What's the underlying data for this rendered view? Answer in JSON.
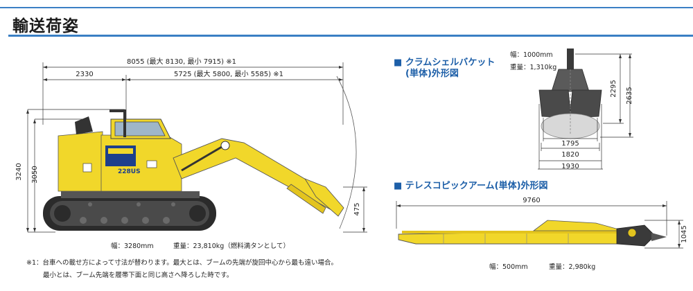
{
  "header": {
    "title": "輸送荷姿"
  },
  "excavator": {
    "dim_total": "8055 (最大 8130, 最小 7915) ※1",
    "dim_rear": "2330",
    "dim_front": "5725 (最大 5800, 最小 5585) ※1",
    "dim_height_cab": "3240",
    "dim_height_body": "3050",
    "dim_bucket_height": "475",
    "spec_width": "幅：3280mm",
    "spec_weight": "重量：23,810kg（燃料満タンとして）",
    "model_badge": "228US",
    "note_line1": "※1：台車への載せ方によって寸法が替わります。最大とは、ブームの先端が旋回中心から最も遠い場合。",
    "note_line2": "最小とは、ブーム先端を履帯下面と同じ高さへ降ろした時です。"
  },
  "clamshell": {
    "title_line1": "■ クラムシェルバケット",
    "title_line2": "(単体)外形図",
    "spec_width": "幅：1000mm",
    "spec_weight": "重量：1,310kg",
    "dim_h1": "2295",
    "dim_h2": "2635",
    "dim_w1": "1795",
    "dim_w2": "1820",
    "dim_w3": "1930"
  },
  "arm": {
    "title": "■ テレスコピックアーム(単体)外形図",
    "dim_length": "9760",
    "dim_height": "1045",
    "spec_width": "幅：500mm",
    "spec_weight": "重量：2,980kg"
  },
  "colors": {
    "accent": "#3a7fc4",
    "machine_yellow": "#f1d72a",
    "title_blue": "#1d5fa8"
  }
}
